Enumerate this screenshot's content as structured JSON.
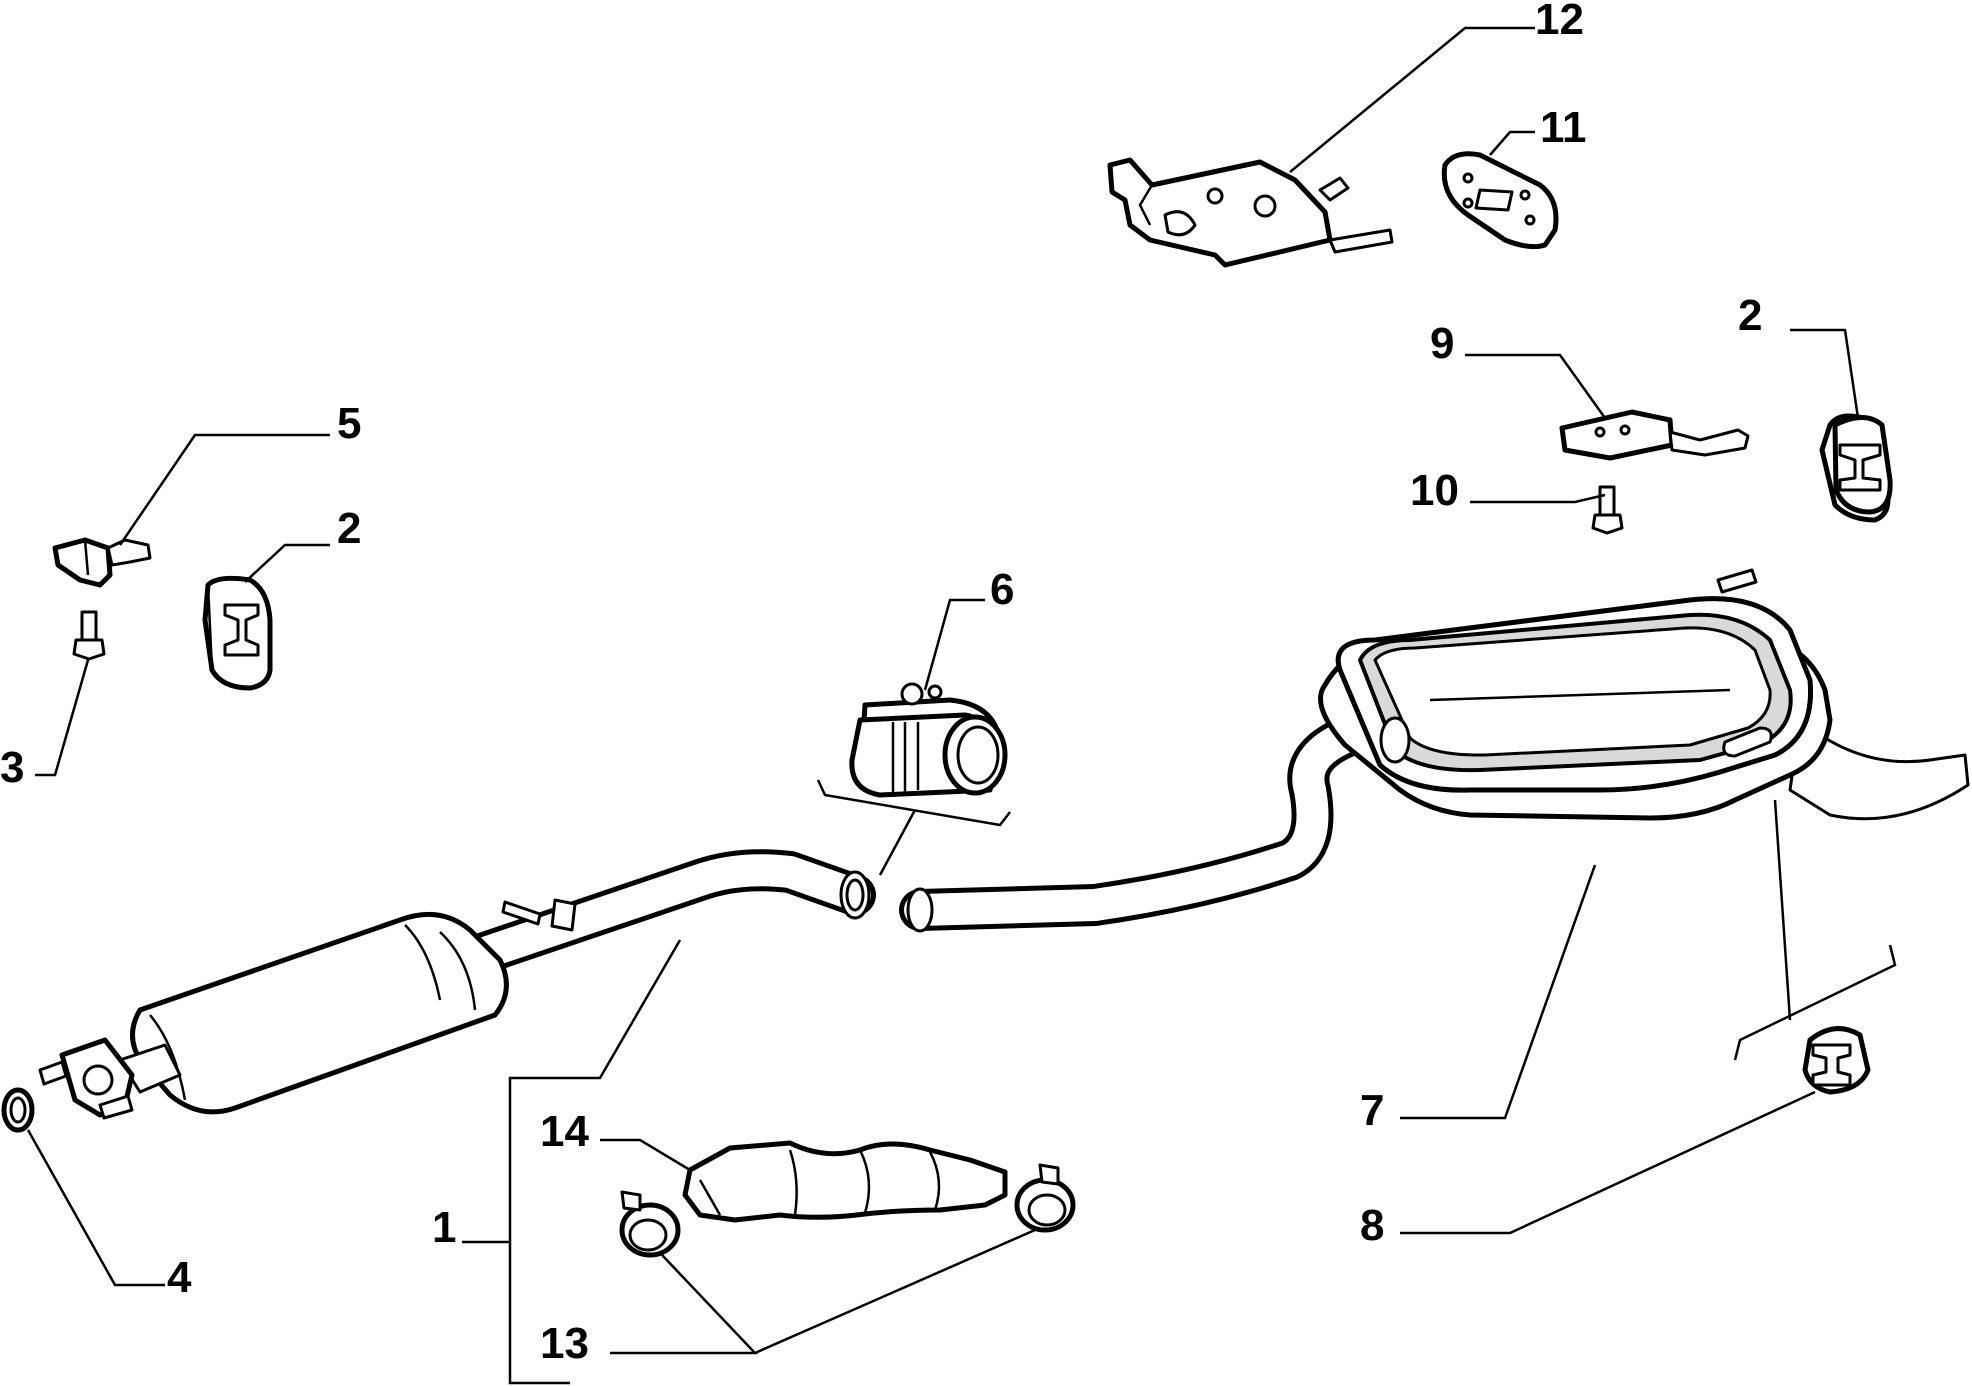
{
  "callouts": {
    "c1": "1",
    "c2a": "2",
    "c2b": "2",
    "c3": "3",
    "c4": "4",
    "c5": "5",
    "c6": "6",
    "c7": "7",
    "c8": "8",
    "c9": "9",
    "c10": "10",
    "c11": "11",
    "c12": "12",
    "c13": "13",
    "c14": "14"
  }
}
